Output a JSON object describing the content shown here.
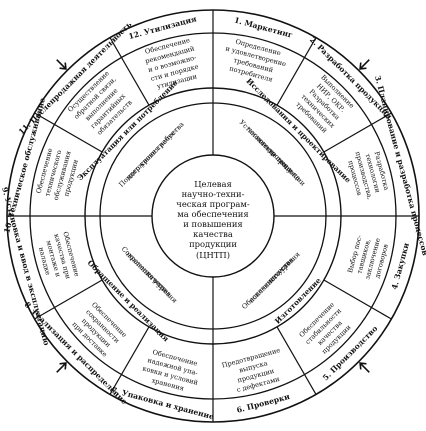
{
  "center": {
    "lines": [
      "Целевая",
      "научно-техни-",
      "ческая програм-",
      "ма обеспечения",
      "и повышения",
      "качества",
      "продукции",
      "(ЦНТП)"
    ]
  },
  "stages": [
    {
      "title": "1. Маркетинг",
      "desc": [
        "Определение",
        "и удовлетворение",
        "требований",
        "потребителя"
      ]
    },
    {
      "title": "2. Разработка продукции",
      "desc": [
        "Выполнение",
        "НИР, ОКР.",
        "Разработка",
        "технических",
        "требований"
      ]
    },
    {
      "title": "3. Планирование и разработка процессов",
      "desc": [
        "Разработка",
        "технологии",
        "производства,",
        "процессов"
      ]
    },
    {
      "title": "4. Закупки",
      "desc": [
        "Выбор пос-",
        "тавщиков,",
        "заключение",
        "договоров"
      ]
    },
    {
      "title": "5. Производство",
      "desc": [
        "Обеспечение",
        "стабильности",
        "качества",
        "продукции"
      ]
    },
    {
      "title": "6. Проверки",
      "desc": [
        "Предотвращение",
        "выпуска",
        "продукции",
        "с дефектами"
      ]
    },
    {
      "title": "7. Упаковка и хранение",
      "desc": [
        "Обеспечение",
        "надежной упа-",
        "ковки и условий",
        "хранения"
      ]
    },
    {
      "title": "8. Реализация и распределение",
      "desc": [
        "Обеспечение",
        "сохранности",
        "продукции",
        "при доставке"
      ]
    },
    {
      "title": "9. Установка и ввод в эксплуатацию",
      "desc": [
        "Обеспечение",
        "качества при",
        "монтаже и",
        "наладке"
      ]
    },
    {
      "title": "10. Техническое обслуживание",
      "desc": [
        "Обеспечение",
        "технического",
        "обслуживания",
        "продукции"
      ]
    },
    {
      "title": "11. Послепродажная деятельность",
      "desc": [
        "Осуществление",
        "обратной связи,",
        "выполнение",
        "гарантийных",
        "обязательств"
      ]
    },
    {
      "title": "12. Утилизация",
      "desc": [
        "Обеспечение",
        "рекомендаций",
        "и о возможно-",
        "сти и порядке",
        "утилизации"
      ]
    }
  ],
  "phases": [
    {
      "label": "Исследования и проектирование"
    },
    {
      "label": "Изготовление"
    },
    {
      "label": "Обращение и реализация"
    },
    {
      "label": "Эксплуатация или потребление"
    }
  ],
  "inner": [
    {
      "lines": [
        "Установление техни-",
        "ческого уровня и ка-",
        "чества продукции"
      ]
    },
    {
      "lines": [
        "Обеспечение уста-",
        "новленного уровня",
        "качества"
      ]
    },
    {
      "lines": [
        "Сохранение уста-",
        "новленного уровня",
        "качества"
      ]
    },
    {
      "lines": [
        "Поддержание требуе-",
        "мого уровня качества"
      ]
    }
  ]
}
